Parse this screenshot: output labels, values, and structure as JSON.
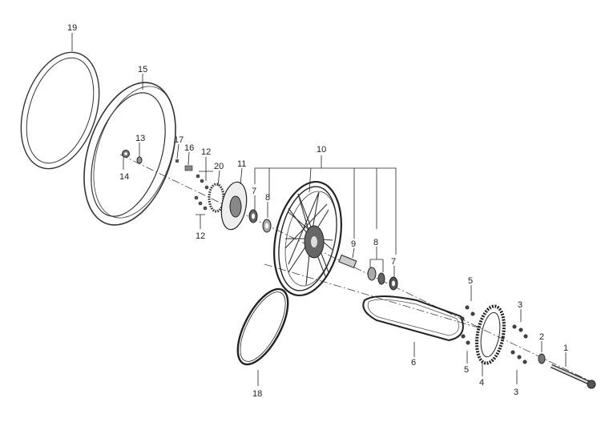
{
  "diagram": {
    "callouts": [
      "1",
      "2",
      "3",
      "3",
      "4",
      "5",
      "5",
      "6",
      "7",
      "7",
      "8",
      "8",
      "9",
      "10",
      "11",
      "12",
      "12",
      "13",
      "14",
      "15",
      "16",
      "17",
      "18",
      "19",
      "20"
    ]
  }
}
